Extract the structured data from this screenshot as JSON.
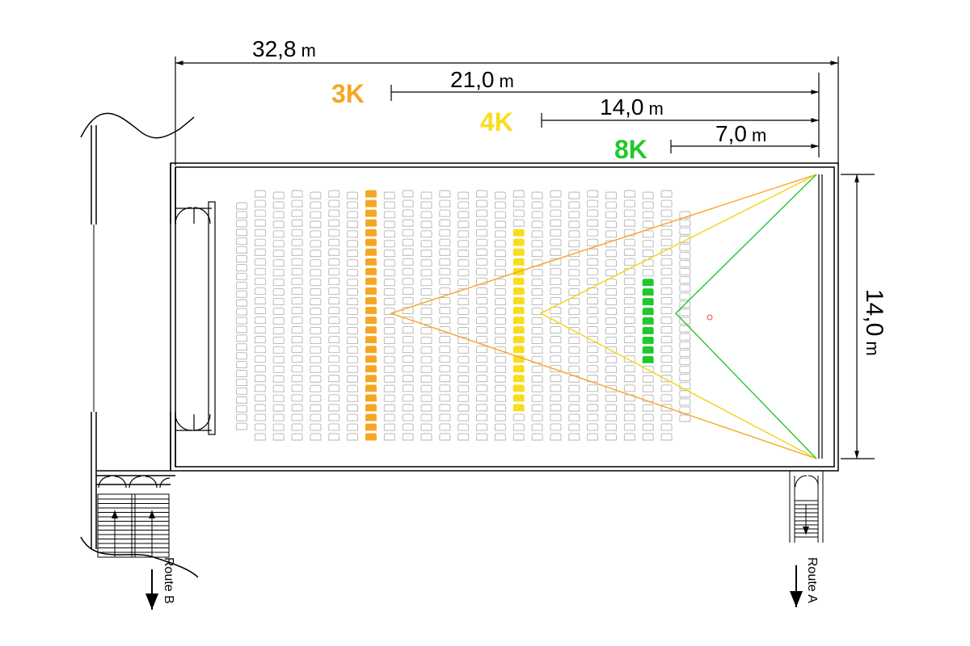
{
  "dimensions": {
    "total_length": "32,8",
    "dist_3k": "21,0",
    "dist_4k": "14,0",
    "dist_8k": "7,0",
    "room_width": "14,0",
    "unit": "m"
  },
  "resolutions": {
    "k3": "3K",
    "k4": "4K",
    "k8": "8K"
  },
  "routes": {
    "a": "Route A",
    "b": "Route B"
  },
  "colors": {
    "k3": "#f5a623",
    "k4": "#f7dd1e",
    "k8": "#1fc92b",
    "seat": "#b5b5b5",
    "wall": "#000000"
  },
  "seating": {
    "column_count": 25,
    "row_count": 26,
    "highlighted": [
      {
        "label": "3K",
        "column": 8,
        "rows_from": 1,
        "rows_to": 26
      },
      {
        "label": "4K",
        "column": 16,
        "rows_from": 5,
        "rows_to": 23
      },
      {
        "label": "8K",
        "column": 23,
        "rows_from": 10,
        "rows_to": 18
      }
    ]
  }
}
